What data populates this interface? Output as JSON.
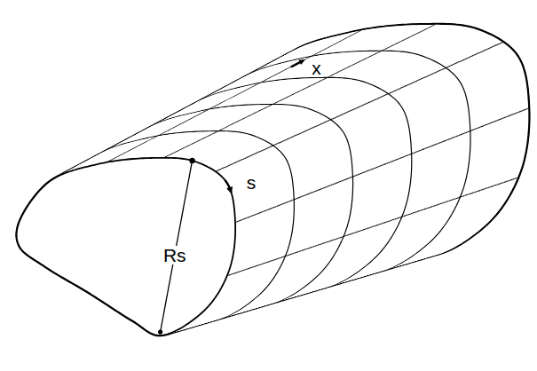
{
  "diagram": {
    "labels": [
      "x",
      "s",
      "Rs"
    ]
  }
}
